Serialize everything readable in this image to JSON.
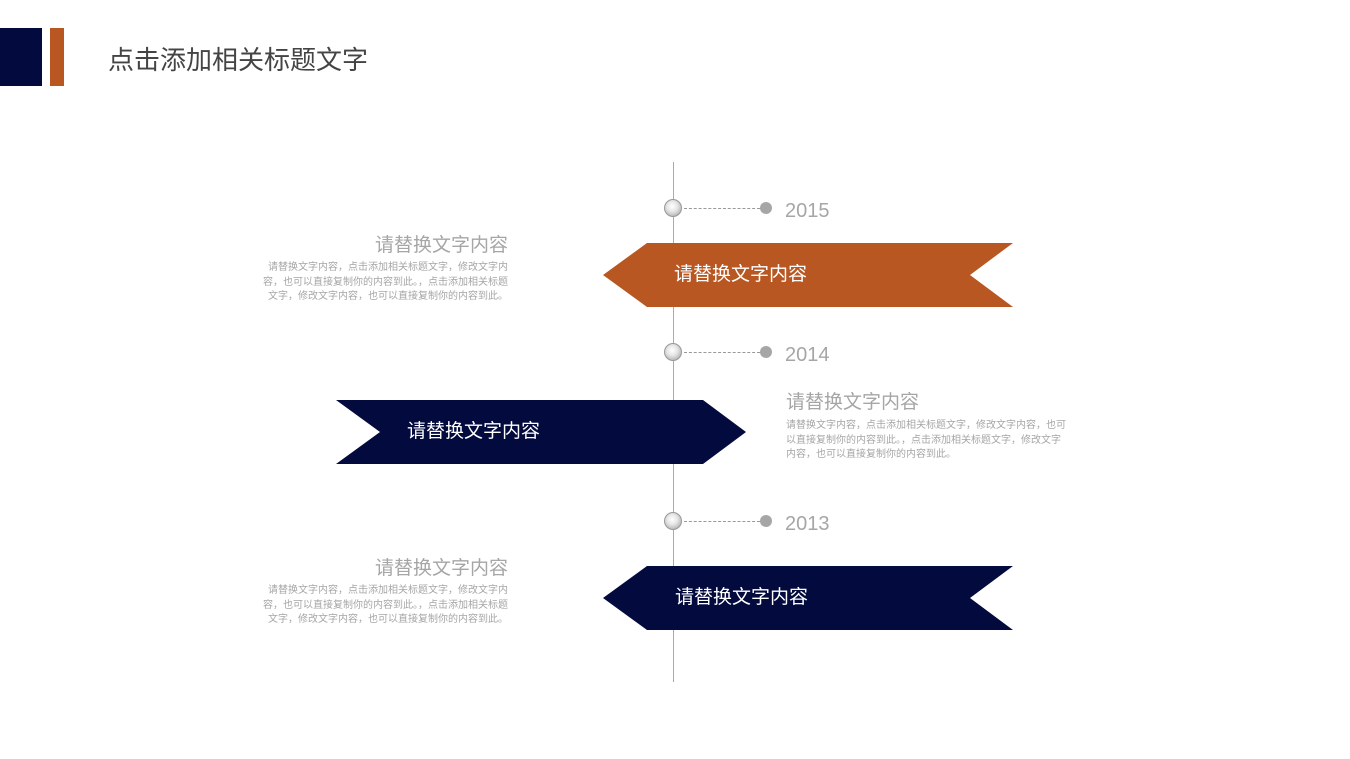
{
  "title": "点击添加相关标题文字",
  "colors": {
    "navy": "#030a3d",
    "orange": "#b95722"
  },
  "items": [
    {
      "year": "2015",
      "banner": "请替换文字内容",
      "heading": "请替换文字内容",
      "body": "请替换文字内容，点击添加相关标题文字，修改文字内容，也可以直接复制你的内容到此。，点击添加相关标题文字，修改文字内容，也可以直接复制你的内容到此。"
    },
    {
      "year": "2014",
      "banner": "请替换文字内容",
      "heading": "请替换文字内容",
      "body": "请替换文字内容，点击添加相关标题文字，修改文字内容，也可以直接复制你的内容到此。，点击添加相关标题文字，修改文字内容，也可以直接复制你的内容到此。"
    },
    {
      "year": "2013",
      "banner": "请替换文字内容",
      "heading": "请替换文字内容",
      "body": "请替换文字内容，点击添加相关标题文字，修改文字内容，也可以直接复制你的内容到此。，点击添加相关标题文字，修改文字内容，也可以直接复制你的内容到此。"
    }
  ]
}
